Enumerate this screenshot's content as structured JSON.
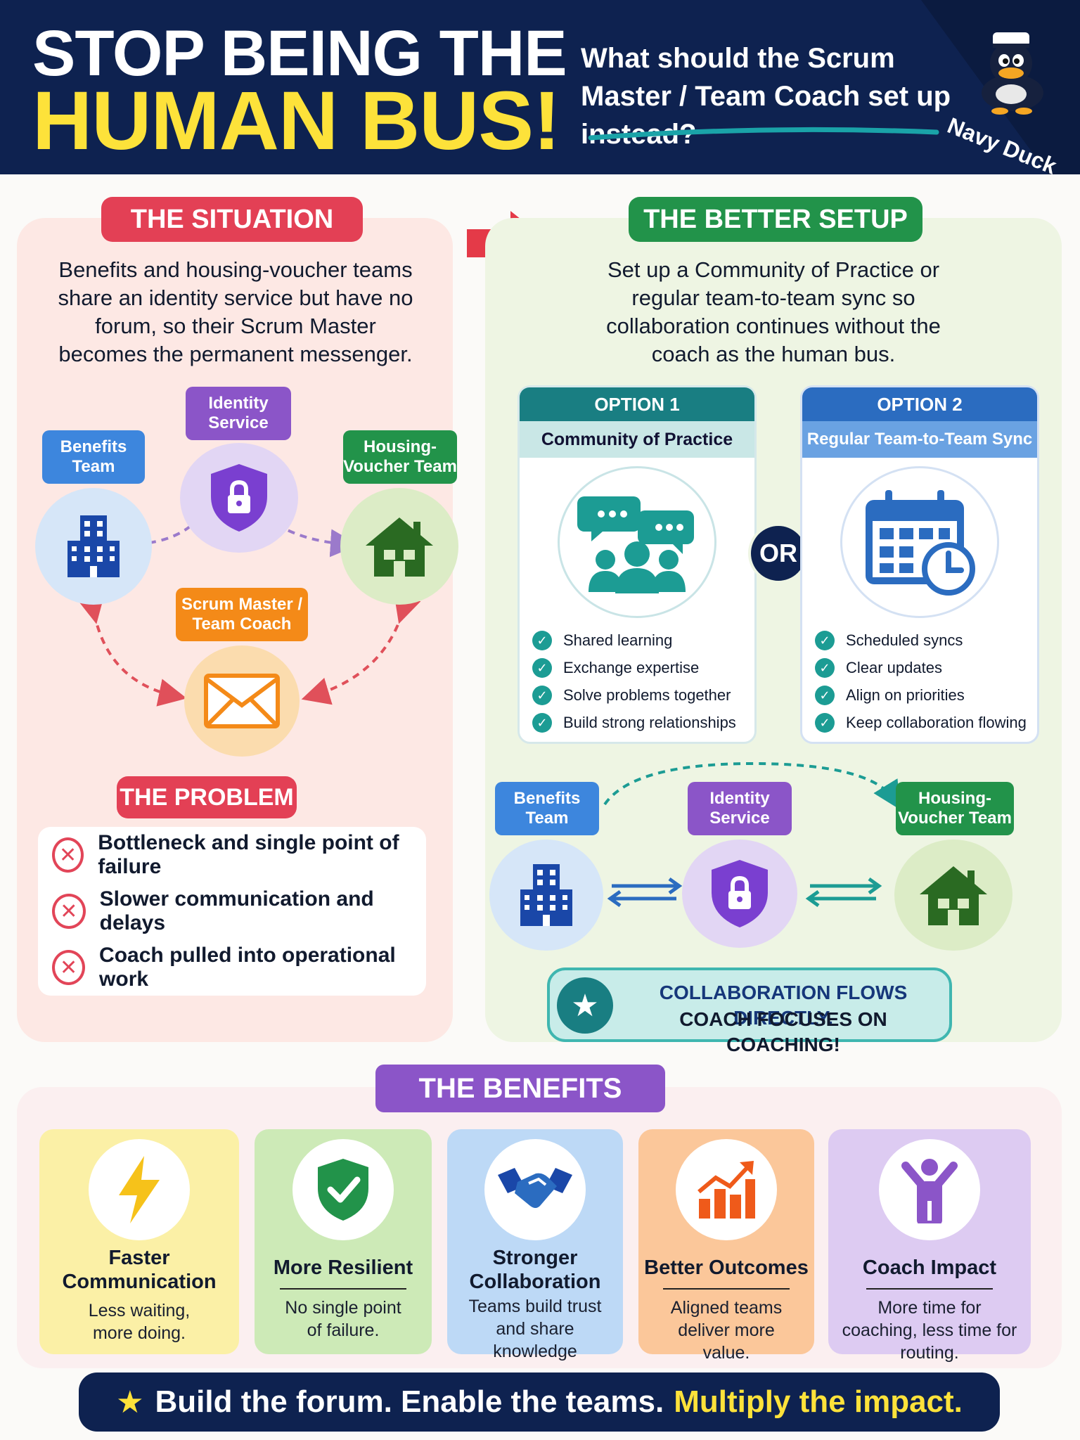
{
  "header": {
    "title_line1": "STOP BEING THE",
    "title_line2": "HUMAN BUS!",
    "question": "What should the Scrum Master / Team Coach set up instead?",
    "brand": "Navy Duck"
  },
  "situation": {
    "heading": "THE SITUATION",
    "text": "Benefits and housing-voucher teams share an identity service but have no forum, so their Scrum Master becomes the permanent messenger.",
    "nodes": {
      "benefits": "Benefits Team",
      "identity": "Identity Service",
      "housing": "Housing-Voucher Team",
      "coach": "Scrum Master / Team Coach"
    }
  },
  "problem": {
    "heading": "THE PROBLEM",
    "items": [
      "Bottleneck and single point of failure",
      "Slower communication and delays",
      "Coach pulled into operational work"
    ]
  },
  "better_setup": {
    "heading": "THE BETTER SETUP",
    "text": "Set up a Community of Practice or regular team-to-team sync so collaboration continues without the coach as the human bus.",
    "or_label": "OR",
    "option1": {
      "label": "OPTION 1",
      "title": "Community of Practice",
      "items": [
        "Shared learning",
        "Exchange expertise",
        "Solve problems together",
        "Build strong relationships"
      ]
    },
    "option2": {
      "label": "OPTION 2",
      "title": "Regular Team-to-Team Sync",
      "items": [
        "Scheduled syncs",
        "Clear updates",
        "Align on priorities",
        "Keep collaboration flowing"
      ]
    },
    "nodes": {
      "benefits": "Benefits Team",
      "identity": "Identity Service",
      "housing": "Housing-Voucher Team"
    },
    "callout_line1": "COLLABORATION FLOWS DIRECTLY.",
    "callout_line2": "COACH FOCUSES ON COACHING!"
  },
  "benefits": {
    "heading": "THE BENEFITS",
    "items": [
      {
        "title": "Faster Communication",
        "desc": "Less waiting, more doing.",
        "icon": "lightning-icon"
      },
      {
        "title": "More Resilient",
        "desc": "No single point of failure.",
        "icon": "shield-check-icon"
      },
      {
        "title": "Stronger Collaboration",
        "desc": "Teams build trust and share knowledge",
        "icon": "handshake-icon"
      },
      {
        "title": "Better Outcomes",
        "desc": "Aligned teams deliver more value.",
        "icon": "growth-chart-icon"
      },
      {
        "title": "Coach Impact",
        "desc": "More time for coaching, less time for routing.",
        "icon": "person-cheer-icon"
      }
    ]
  },
  "footer": {
    "text": "Build the forum. Enable the teams.",
    "highlight": "Multiply the impact."
  },
  "colors": {
    "navy": "#0e2250",
    "yellow": "#fde23a",
    "red": "#e24558",
    "green": "#22934a",
    "purple": "#8b55c8",
    "blue": "#3d86dd",
    "orange": "#f48a18",
    "teal": "#1c9c94"
  }
}
